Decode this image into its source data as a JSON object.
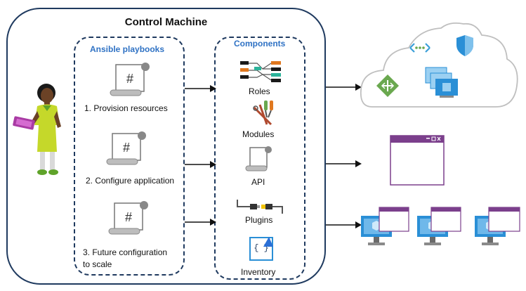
{
  "title": "Control Machine",
  "playbooks": {
    "title": "Ansible playbooks",
    "items": [
      {
        "label": "1. Provision resources"
      },
      {
        "label": "2. Configure application"
      },
      {
        "label_line1": "3. Future configuration",
        "label_line2": "to scale"
      }
    ],
    "scroll_symbol": "#"
  },
  "components": {
    "title": "Components",
    "items": [
      {
        "label": "Roles",
        "icon": "roles-icon"
      },
      {
        "label": "Modules",
        "icon": "modules-icon"
      },
      {
        "label": "API",
        "icon": "api-icon"
      },
      {
        "label": "Plugins",
        "icon": "plugins-icon"
      },
      {
        "label": "Inventory",
        "icon": "inventory-icon"
      }
    ],
    "inventory_symbol": "{ }"
  },
  "colors": {
    "border": "#1f3a5f",
    "group_title": "#2f72c4",
    "window_accent": "#7b3f8c",
    "monitor": "#2a8fd6",
    "person_shirt": "#c5d82a",
    "cloud_border": "#bfbfbf"
  },
  "targets": [
    "azure-cloud-resources",
    "application-window",
    "virtual-machine-fleet"
  ]
}
